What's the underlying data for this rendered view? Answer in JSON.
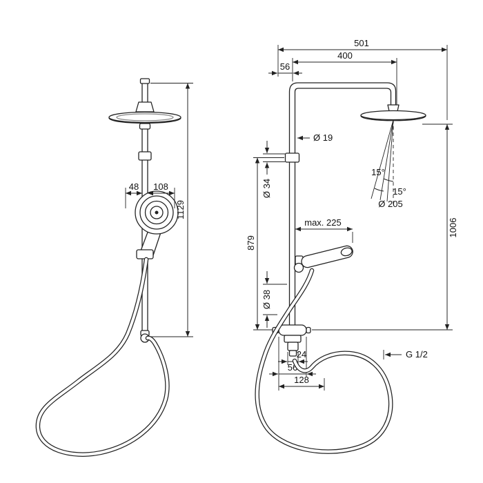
{
  "front": {
    "offset_48": "48",
    "width_108": "108",
    "height_1129": "1129"
  },
  "side": {
    "depth_501": "501",
    "reach_400": "400",
    "offset_56": "56",
    "dia_19": "Ø 19",
    "dia_34": "Ø 34",
    "height_879": "879",
    "angle_15_outer": "15°",
    "angle_15_inner": "15°",
    "dia_205": "Ø 205",
    "height_1006": "1006",
    "max_225": "max. 225",
    "dia_38": "Ø 38",
    "width_24": "24",
    "width_56": "56",
    "width_128": "128",
    "thread": "G 1/2"
  }
}
